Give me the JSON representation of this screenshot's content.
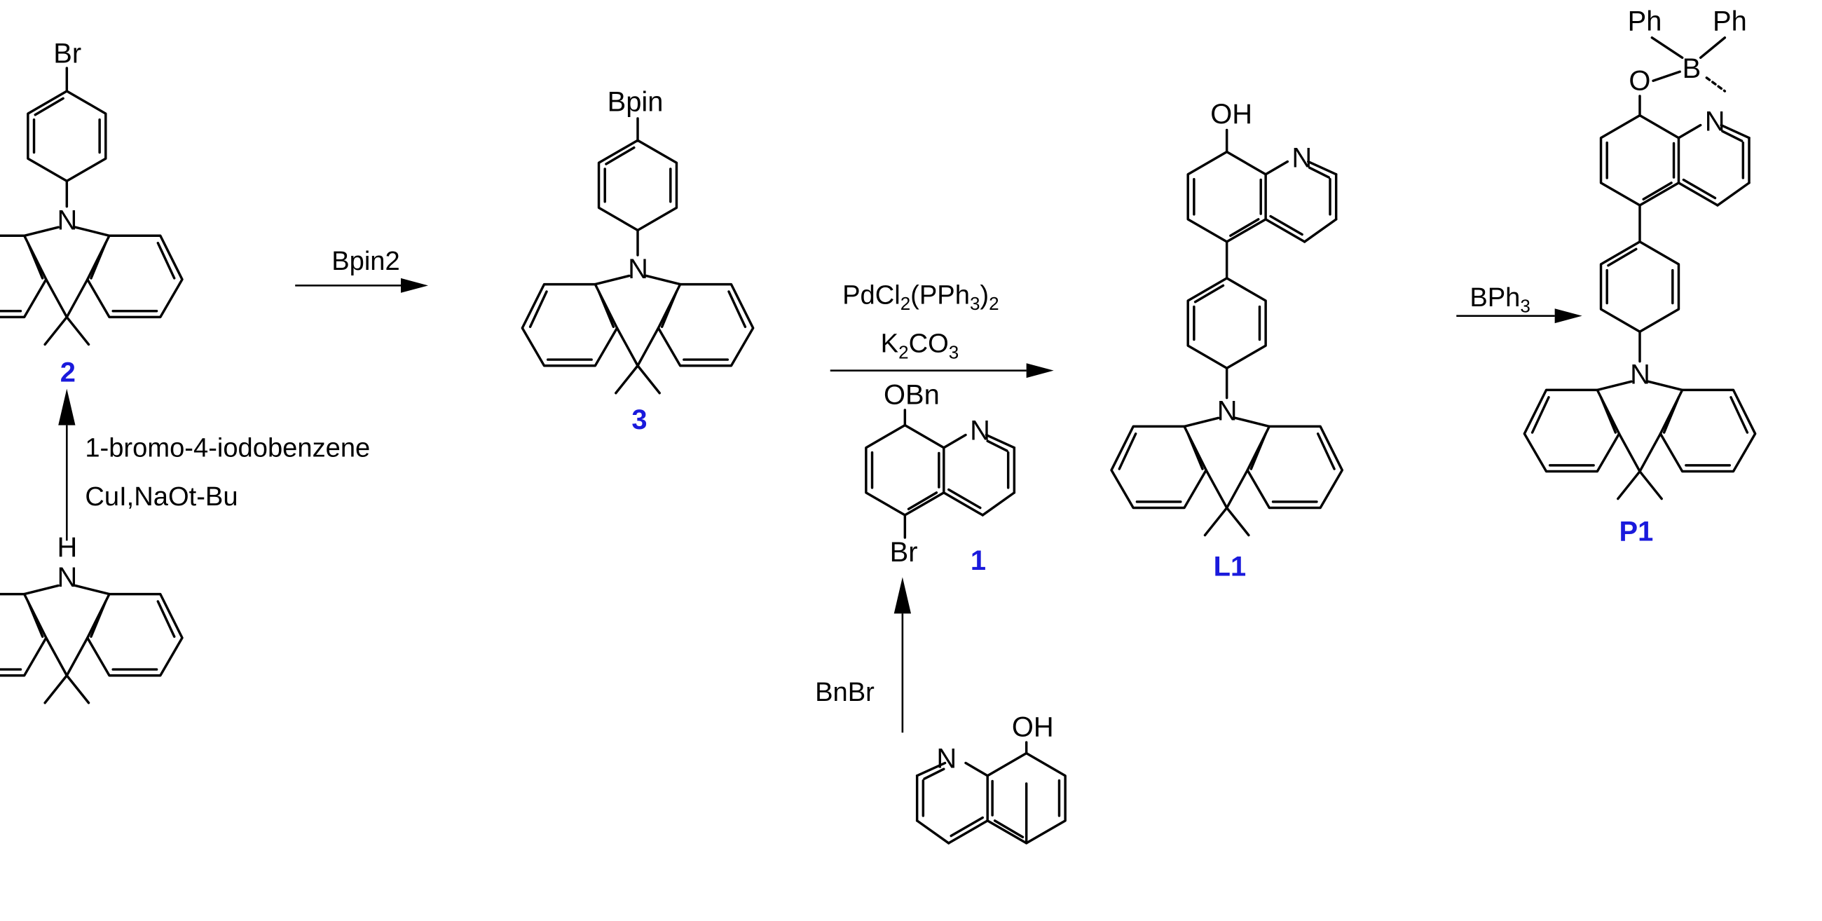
{
  "colors": {
    "label": "#1a1adc",
    "ink": "#000000"
  },
  "atoms": {
    "br": "Br",
    "n": "N",
    "h": "H",
    "bpin": "Bpin",
    "oh": "OH",
    "obn": "OBn",
    "o": "O",
    "b": "B",
    "ph": "Ph"
  },
  "reagents": {
    "step1_line1": "1-bromo-4-iodobenzene",
    "step1_line2": "CuI,NaOt-Bu",
    "step2": "Bpin2",
    "step3_catalyst": "PdCl",
    "step3_catalyst_sub1": "2",
    "step3_catalyst_mid": "(PPh",
    "step3_catalyst_sub2": "3",
    "step3_catalyst_end": ")",
    "step3_catalyst_sub3": "2",
    "step3_base": "K",
    "step3_base_sub1": "2",
    "step3_base_end": "CO",
    "step3_base_sub2": "3",
    "step4": "BnBr",
    "step5": "BPh",
    "step5_sub": "3"
  },
  "labels": {
    "compound_1": "1",
    "compound_2": "2",
    "compound_3": "3",
    "ligand": "L1",
    "product": "P1"
  }
}
